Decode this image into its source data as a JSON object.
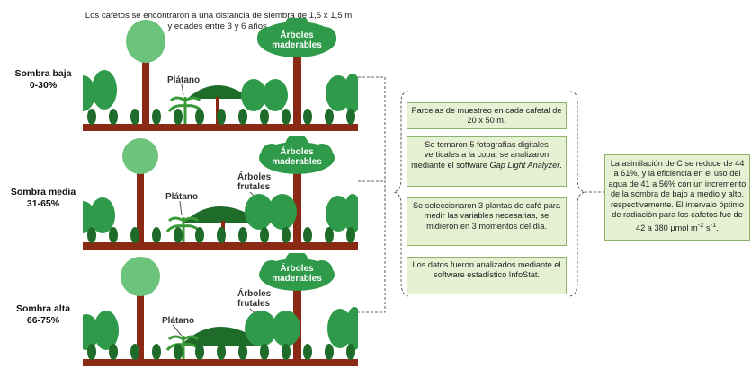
{
  "intro": {
    "line1": "Los cafetos se encontraron a una distancia  de siembra de 1,5 x 1,5 m",
    "line2": "y edades entre 3 y 6 años."
  },
  "shade_levels": [
    {
      "name": "Sombra baja",
      "range": "0-30%"
    },
    {
      "name": "Sombra media",
      "range": "31-65%"
    },
    {
      "name": "Sombra alta",
      "range": "66-75%"
    }
  ],
  "scene_labels": {
    "timber_line1": "Árboles",
    "timber_line2": "maderables",
    "fruit_line1": "Árboles",
    "fruit_line2": "frutales",
    "banana": "Plátano"
  },
  "methods": {
    "box1": "Parcelas de muestreo en cada cafetal de 20 x 50 m.",
    "box2_pre": "Se tomaron 5 fotografías digitales verticales a la copa, se analizaron mediante el software ",
    "box2_italic": "Gap Light Analyzer",
    "box2_post": ".",
    "box3": "Se seleccionaron 3 plantas de café para medir las variables necesarias, se midieron en 3 momentos del día.",
    "box4": "Los datos fueron analizados mediante el software estadístico InfoStat."
  },
  "result": {
    "text": "La asimilación de C se reduce de 44 a 61%, y la eficiencia en el uso del agua de 41 a 56% con un incremento de la sombra de bajo a medio y alto, respectivamente. El intervalo óptimo de radiación para los cafetos fue de 42 a 380 µmol m",
    "sup1": "-2",
    "mid": " s",
    "sup2": "-1",
    "end": "."
  },
  "colors": {
    "trunk": "#8b2a14",
    "timber_canopy": "#2e9a4a",
    "light_canopy": "#6cc47c",
    "dark_canopy": "#1e6b2a",
    "ground": "#8b2a14",
    "box_fill": "#e6f0d2",
    "box_border": "#8fb26a"
  }
}
